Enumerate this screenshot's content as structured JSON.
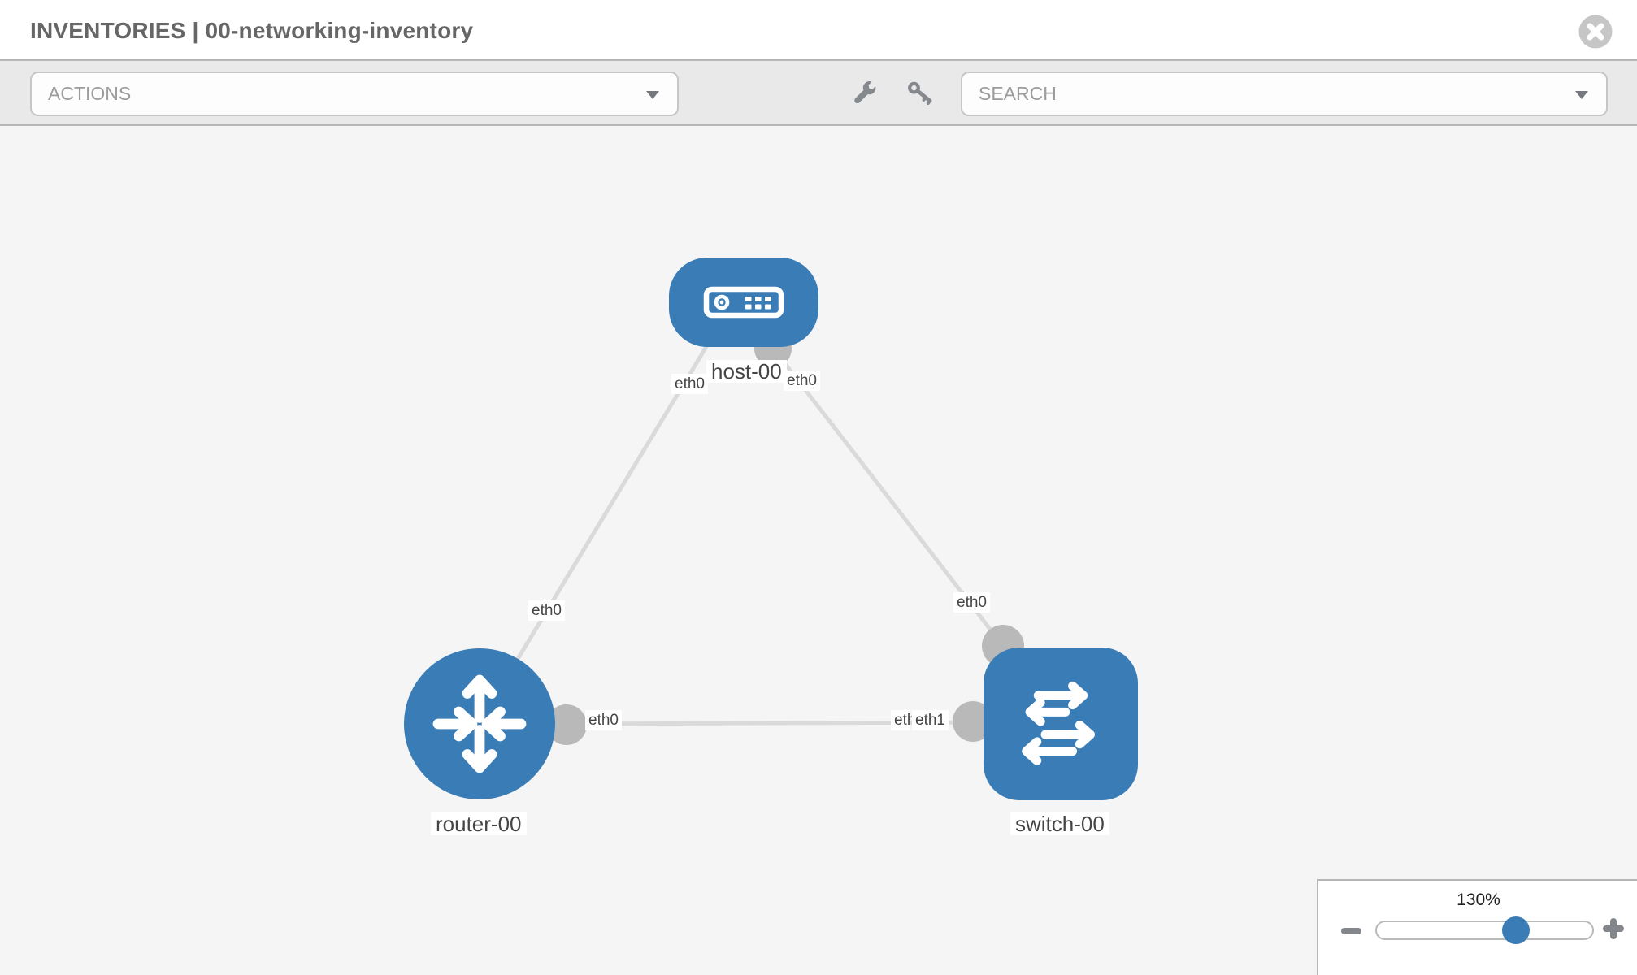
{
  "header": {
    "title": "INVENTORIES | 00-networking-inventory"
  },
  "toolbar": {
    "actions_label": "ACTIONS",
    "search_placeholder": "SEARCH",
    "icons": [
      "wrench-icon",
      "key-icon"
    ]
  },
  "topology": {
    "nodes": [
      {
        "id": "host-00",
        "type": "host",
        "label": "host-00",
        "shape": "rounded-rect",
        "icon": "server-icon"
      },
      {
        "id": "router-00",
        "type": "router",
        "label": "router-00",
        "shape": "circle",
        "icon": "router-arrows-icon"
      },
      {
        "id": "switch-00",
        "type": "switch",
        "label": "switch-00",
        "shape": "rounded-square",
        "icon": "switch-arrows-icon"
      }
    ],
    "links": [
      {
        "source": "host-00",
        "source_interface": "eth0",
        "target": "router-00",
        "target_interface": "eth0"
      },
      {
        "source": "host-00",
        "source_interface": "eth0",
        "target": "switch-00",
        "target_interface": "eth0"
      },
      {
        "source": "router-00",
        "source_interface": "eth0",
        "target": "switch-00",
        "target_interface": "eth1"
      }
    ],
    "interface_labels": {
      "host_to_router_host_side": "eth0",
      "host_to_router_router_side": "eth0",
      "host_to_switch_host_side": "eth0",
      "host_to_switch_switch_side": "eth0",
      "router_to_switch_router_side": "eth0",
      "router_to_switch_switch_side_back": "eth0",
      "router_to_switch_switch_side_front": "eth1"
    }
  },
  "zoom_panel": {
    "value": "130%",
    "slider_percent": 64
  },
  "colors": {
    "node_blue": "#3a7cb5",
    "link_gray": "#dadada",
    "connector_gray": "#b9b9b9",
    "toolbar_bg": "#e9e9e9",
    "canvas_bg": "#f5f5f6",
    "title_gray": "#666666"
  }
}
